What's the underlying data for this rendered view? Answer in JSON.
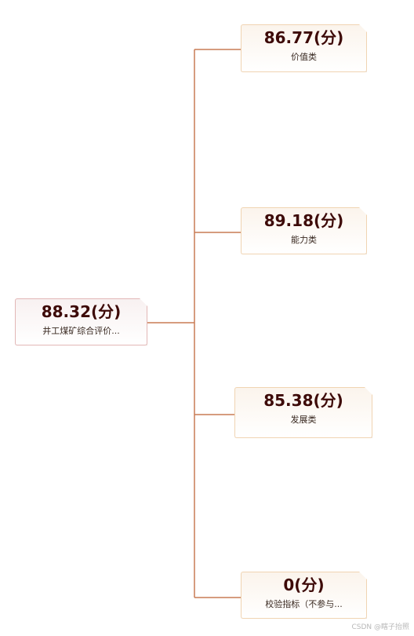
{
  "root": {
    "value": "88.32(分)",
    "label": "井工煤矿综合评价..."
  },
  "children": [
    {
      "value": "86.77(分)",
      "label": "价值类"
    },
    {
      "value": "89.18(分)",
      "label": "能力类"
    },
    {
      "value": "85.38(分)",
      "label": "发展类"
    },
    {
      "value": "0(分)",
      "label": "校验指标（不参与..."
    }
  ],
  "connector_color": "#c97b55",
  "watermark": "CSDN @瞎子抬照"
}
